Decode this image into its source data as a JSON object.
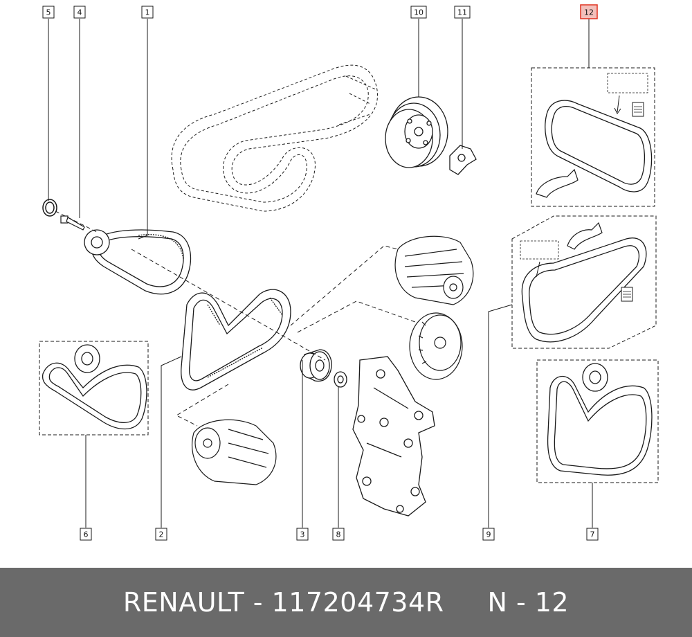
{
  "callouts": [
    {
      "id": "5",
      "label": "5",
      "highlighted": false
    },
    {
      "id": "4",
      "label": "4",
      "highlighted": false
    },
    {
      "id": "1",
      "label": "1",
      "highlighted": false
    },
    {
      "id": "10",
      "label": "10",
      "highlighted": false
    },
    {
      "id": "11",
      "label": "11",
      "highlighted": false
    },
    {
      "id": "12",
      "label": "12",
      "highlighted": true
    },
    {
      "id": "6",
      "label": "6",
      "highlighted": false
    },
    {
      "id": "2",
      "label": "2",
      "highlighted": false
    },
    {
      "id": "3",
      "label": "3",
      "highlighted": false
    },
    {
      "id": "8",
      "label": "8",
      "highlighted": false
    },
    {
      "id": "9",
      "label": "9",
      "highlighted": false
    },
    {
      "id": "7",
      "label": "7",
      "highlighted": false
    }
  ],
  "footer": {
    "brand": "RENAULT",
    "separator": " - ",
    "part_number": "117204734R",
    "ref_prefix": "N - ",
    "ref_number": "12",
    "text": "RENAULT - 117204734R     N - 12"
  },
  "colors": {
    "line": "#1a1a1a",
    "highlight": "#e0301e",
    "highlight_fill": "#f3c0bb",
    "footer_bg": "#6a6a6a",
    "footer_text": "#ffffff"
  }
}
